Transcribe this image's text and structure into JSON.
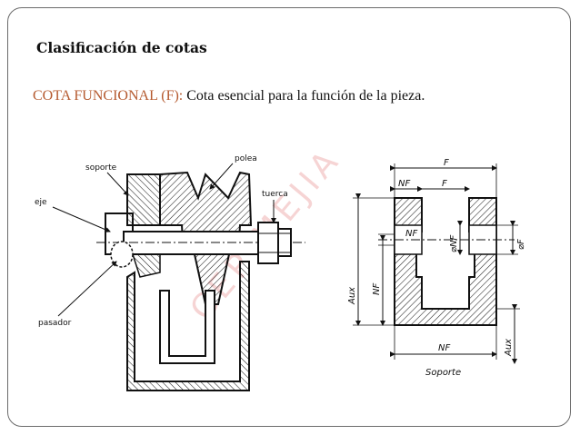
{
  "slide": {
    "title": "Clasificación de cotas",
    "subtitle_prefix": "COTA FUNCIONAL (F):",
    "subtitle_rest": " Cota esencial para la función de la pieza."
  },
  "watermark": "CEP MEJIA",
  "left_figure": {
    "labels": {
      "soporte": "soporte",
      "polea": "polea",
      "eje": "eje",
      "tuerca": "tuerca",
      "pasador": "pasador"
    }
  },
  "right_figure": {
    "labels": {
      "F_top": "F",
      "NF_left": "NF",
      "F_mid": "F",
      "NF_center": "NF",
      "NF_diam": "⌀NF",
      "F_diam": "⌀F",
      "NF_vertical": "NF",
      "Aux_left": "Aux",
      "NF_bottom": "NF",
      "Aux_right": "Aux",
      "soporte": "Soporte"
    }
  }
}
